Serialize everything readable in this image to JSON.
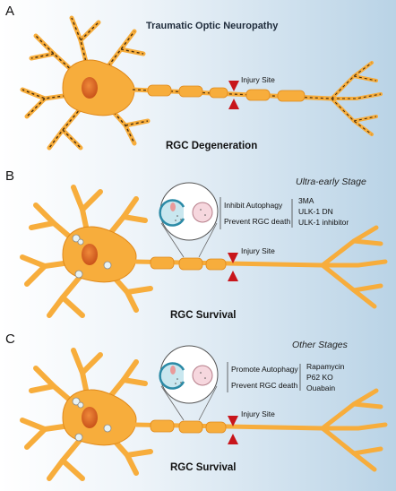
{
  "colors": {
    "panel_bg_left": "#ffffff",
    "panel_bg_right": "#b9d3e6",
    "neuron": "#f7ad3c",
    "neuron_dark": "#e0891a",
    "degenerated_dash": "#5a3a10",
    "nucleus": "#d9651e",
    "injury_red": "#c8151b",
    "vesicle": "#c9e7ef"
  },
  "panels": [
    {
      "letter": "A",
      "title": "Traumatic Optic Neuropathy",
      "injury_label": "Injury Site",
      "bottom_label": "RGC Degeneration"
    },
    {
      "letter": "B",
      "stage": "Ultra-early Stage",
      "injury_label": "Injury Site",
      "bottom_label": "RGC Survival",
      "effect_1": "Inhibit Autophagy",
      "effect_2": "Prevent RGC death",
      "treatments": [
        "3MA",
        "ULK-1 DN",
        "ULK-1 inhibitor"
      ]
    },
    {
      "letter": "C",
      "stage": "Other Stages",
      "injury_label": "Injury Site",
      "bottom_label": "RGC Survival",
      "effect_1": "Promote Autophagy",
      "effect_2": "Prevent RGC death",
      "treatments": [
        "Rapamycin",
        "P62 KO",
        "Ouabain"
      ]
    }
  ]
}
